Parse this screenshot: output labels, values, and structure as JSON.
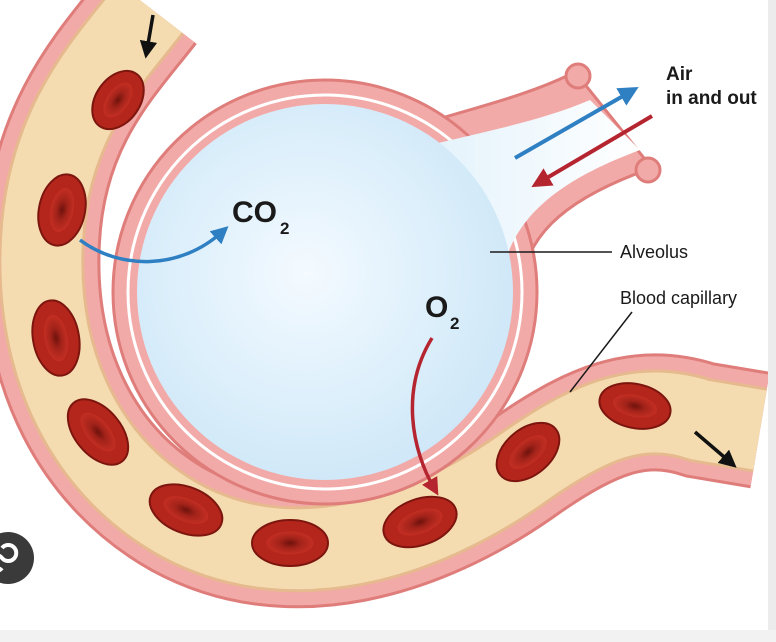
{
  "labels": {
    "air_line1": "Air",
    "air_line2": "in and out",
    "co2_main": "CO",
    "co2_sub": "2",
    "o2_main": "O",
    "o2_sub": "2",
    "alveolus": "Alveolus",
    "capillary": "Blood capillary"
  },
  "colors": {
    "tissue_pink": "#f2aaa8",
    "tissue_edge": "#df7d7b",
    "plasma": "#f4dcb0",
    "alveolus_fill": "#d8eefa",
    "alveolus_center": "#f2f9fe",
    "rbc": "#b4261c",
    "rbc_dark": "#7d150f",
    "arrow_blue": "#2f7fc3",
    "arrow_red": "#b52530",
    "leader": "#1a1a1a",
    "badge": "#3a3a3a"
  },
  "icons": {
    "corner_badge": "overlay-badge-icon"
  }
}
